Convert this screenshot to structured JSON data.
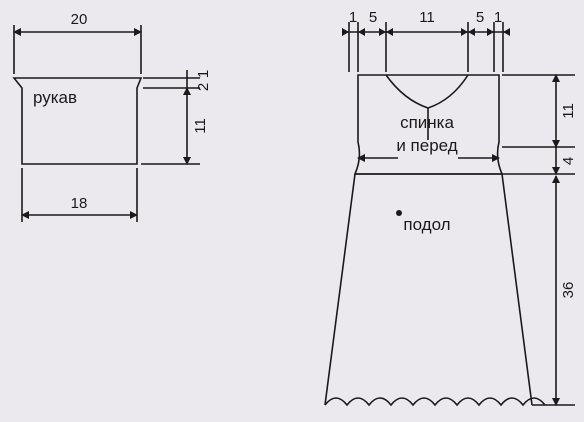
{
  "sleeve": {
    "name": "рукав",
    "width_top": "20",
    "width_bottom": "18",
    "cap_left": "2",
    "cap_right": "1",
    "height": "11"
  },
  "body": {
    "name_line1": "спинка",
    "name_line2": "и перед",
    "hem_name": "подол",
    "top_dims": [
      "1",
      "5",
      "11",
      "5",
      "1"
    ],
    "bodice_height": "11",
    "band_height": "4",
    "skirt_height": "36"
  },
  "colors": {
    "line": "#1a1a1a",
    "paper": "#ece9ee"
  }
}
